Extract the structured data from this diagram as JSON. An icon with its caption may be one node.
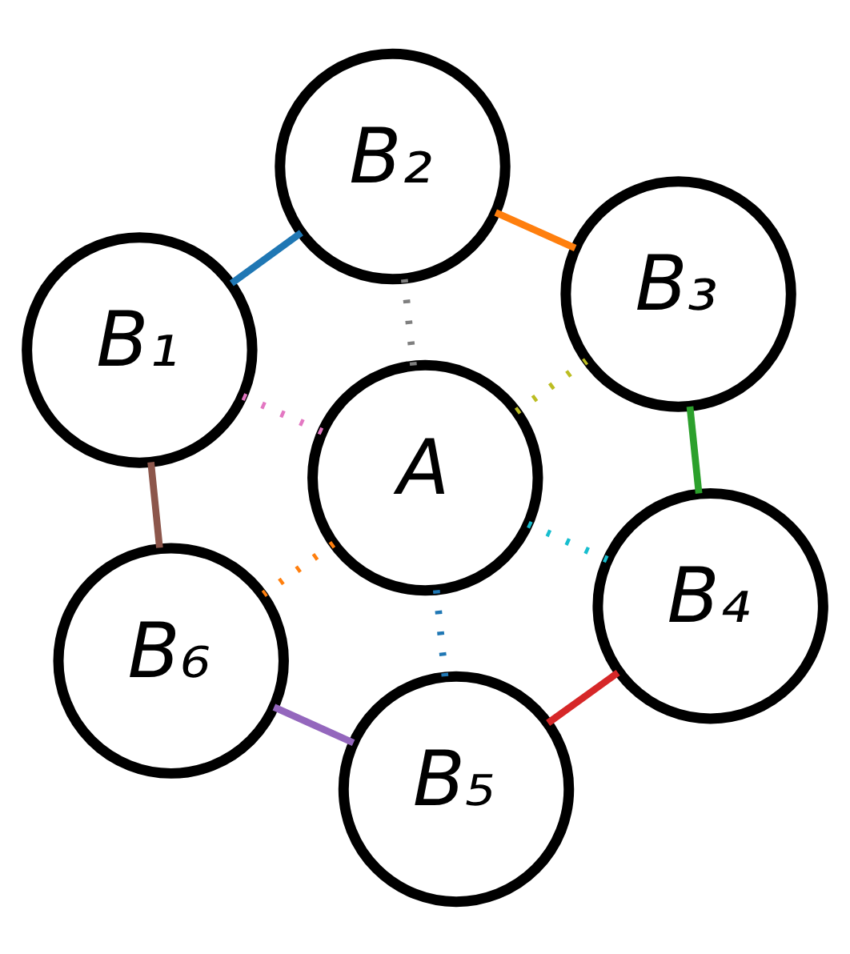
{
  "diagram": {
    "nodes": [
      {
        "text": [
          "B₂"
        ]
      },
      {
        "text": [
          "B₃"
        ]
      },
      {
        "text": [
          "B₁"
        ]
      },
      {
        "text": [
          "A"
        ]
      },
      {
        "text": [
          "B₄"
        ]
      },
      {
        "text": [
          "B₆"
        ]
      },
      {
        "text": [
          "B₅"
        ]
      }
    ],
    "edges": [
      {
        "from": 0,
        "to": 2,
        "arrow": "none",
        "color": "#1f77b4"
      },
      {
        "from": 2,
        "to": 5,
        "arrow": "none",
        "color": "#8c564b"
      },
      {
        "from": 5,
        "to": 6,
        "arrow": "none",
        "color": "#9467bd"
      },
      {
        "from": 6,
        "to": 4,
        "arrow": "none",
        "color": "#d62728"
      },
      {
        "from": 4,
        "to": 1,
        "arrow": "none",
        "color": "#2ca02c"
      },
      {
        "from": 1,
        "to": 0,
        "arrow": "none",
        "color": "#ff7f0e"
      },
      {
        "from": 3,
        "to": 2,
        "arrow": "none",
        "style": "dashed",
        "color": "#e377c2"
      },
      {
        "from": 3,
        "to": 0,
        "arrow": "none",
        "style": "dashed",
        "color": "#7f7f7f"
      },
      {
        "from": 3,
        "to": 1,
        "arrow": "none",
        "style": "dashed",
        "color": "#bcbd22"
      },
      {
        "from": 3,
        "to": 4,
        "arrow": "none",
        "style": "dashed",
        "color": "#17becf"
      },
      {
        "from": 3,
        "to": 6,
        "arrow": "none",
        "style": "dashed",
        "color": "#1f77b4"
      },
      {
        "from": 3,
        "to": 5,
        "arrow": "none",
        "style": "dashed",
        "color": "#ff7f0e"
      }
    ]
  }
}
